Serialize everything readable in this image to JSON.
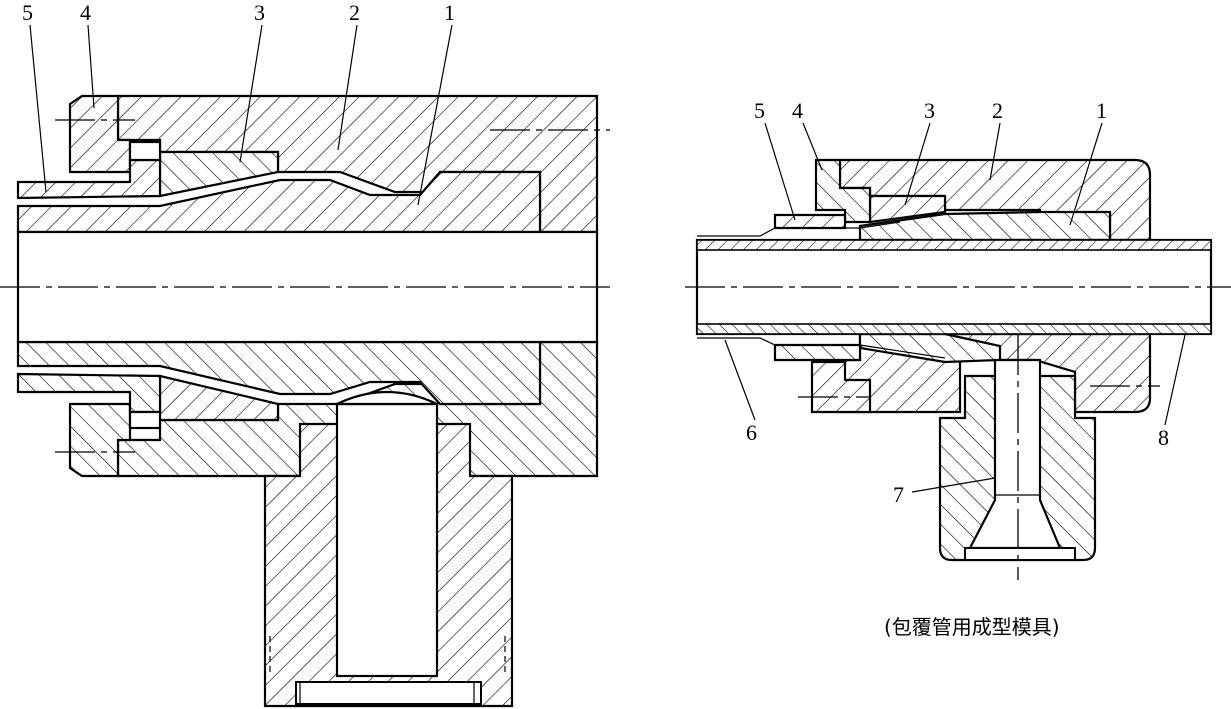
{
  "left_labels": [
    "5",
    "4",
    "3",
    "2",
    "1"
  ],
  "right_labels_top": [
    "5",
    "4",
    "3",
    "2",
    "1"
  ],
  "right_labels_bottom": [
    "6",
    "7",
    "8"
  ],
  "caption": "(包覆管用成型模具)"
}
